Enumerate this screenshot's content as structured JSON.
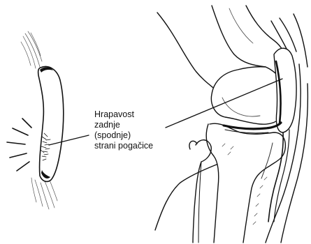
{
  "annotation": {
    "lines": [
      "Hrapavost",
      "zadnje",
      "(spodnje)",
      "strani pogačice"
    ]
  }
}
